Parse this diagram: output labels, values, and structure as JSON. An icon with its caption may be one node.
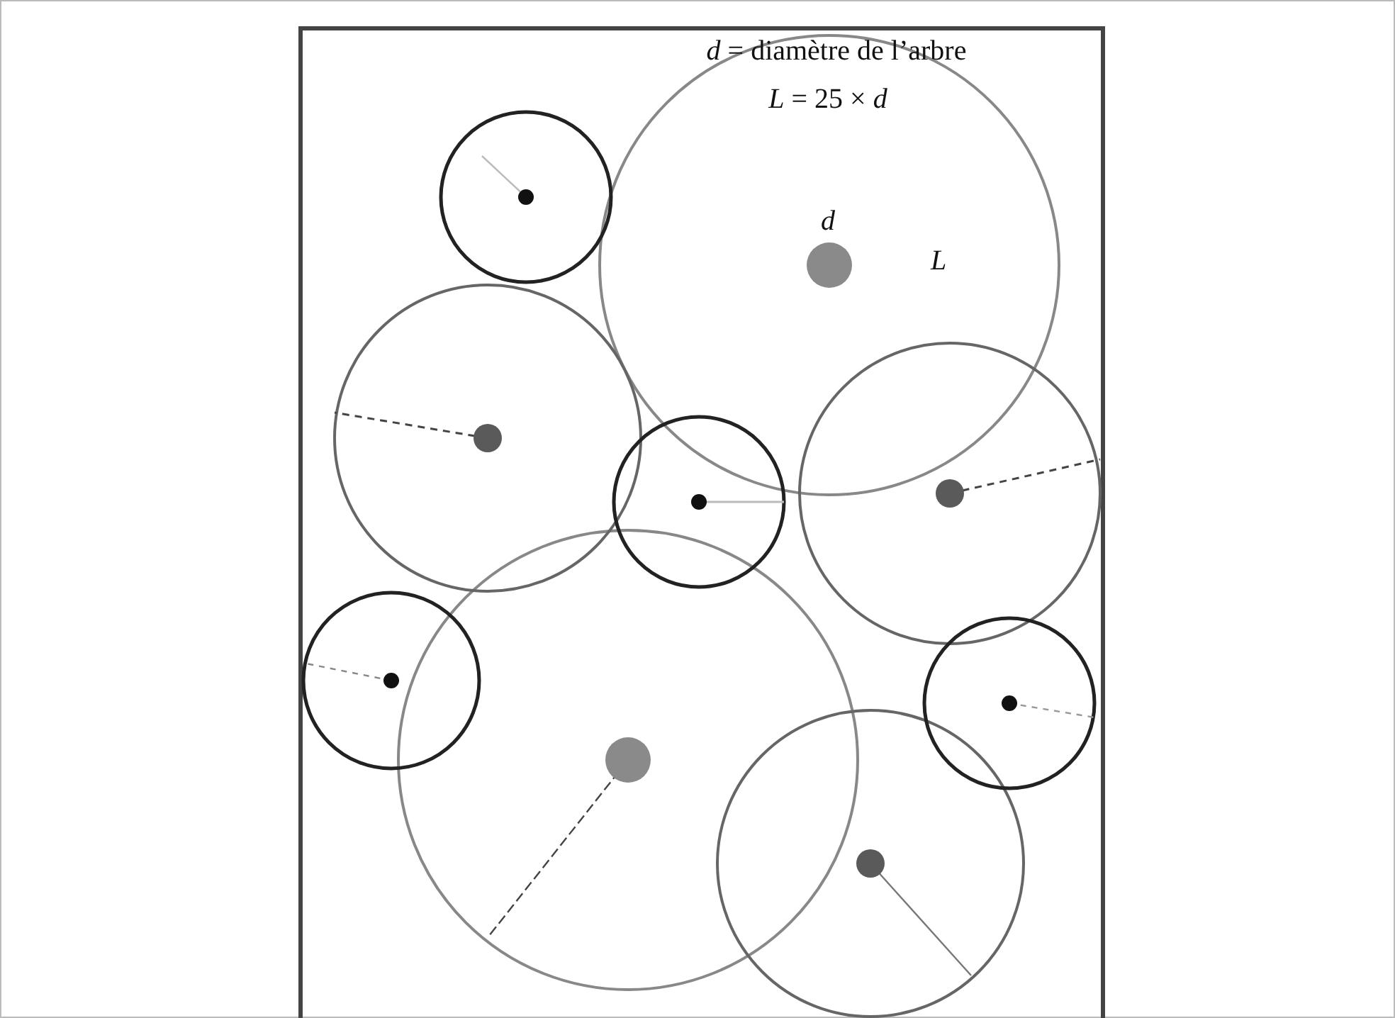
{
  "diagram": {
    "labels": [
      "*d* = diamètre de l’arbre",
      "*L* = 25 × *d*",
      "d",
      "L"
    ]
  }
}
